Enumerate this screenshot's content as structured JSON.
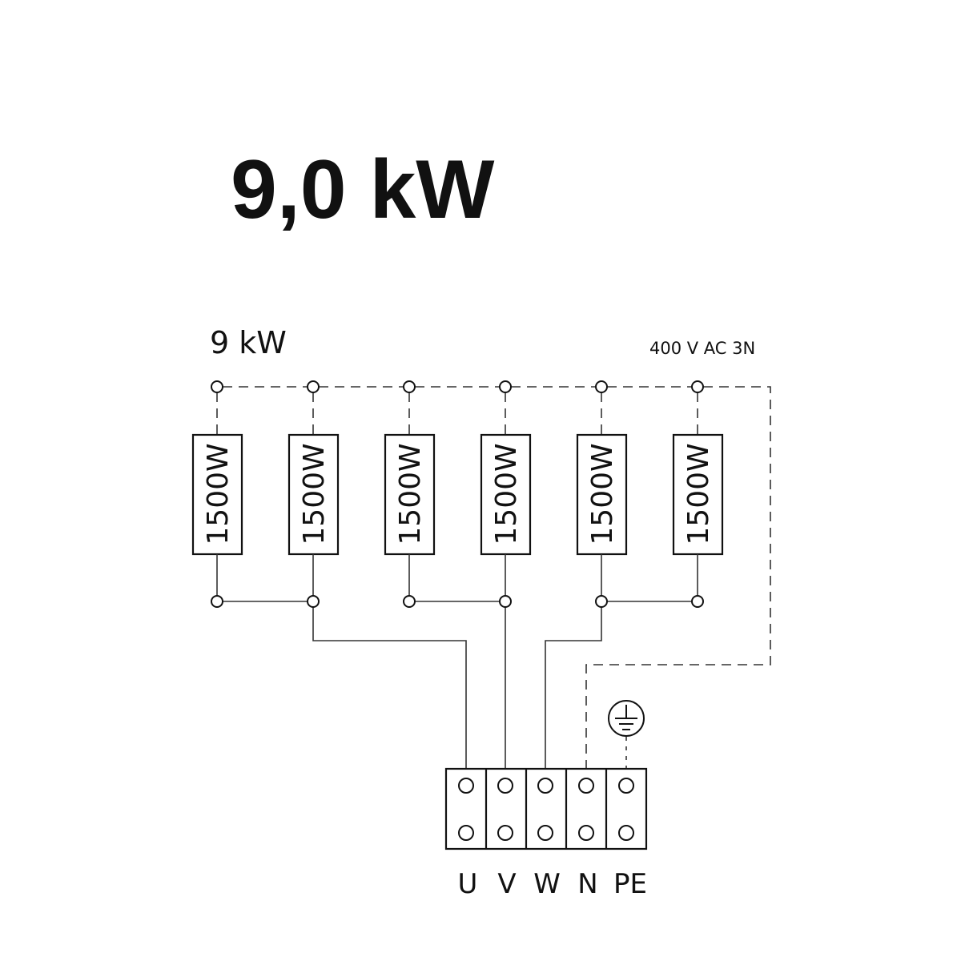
{
  "title": "9,0 kW",
  "diagram": {
    "power_label": "9 kW",
    "supply_label": "400 V AC 3N",
    "resistors": [
      {
        "label": "1500W"
      },
      {
        "label": "1500W"
      },
      {
        "label": "1500W"
      },
      {
        "label": "1500W"
      },
      {
        "label": "1500W"
      },
      {
        "label": "1500W"
      }
    ],
    "terminals": [
      {
        "label": "U"
      },
      {
        "label": "V"
      },
      {
        "label": "W"
      },
      {
        "label": "N"
      },
      {
        "label": "PE"
      }
    ],
    "icons": {
      "ground": "protective-earth-icon"
    }
  }
}
